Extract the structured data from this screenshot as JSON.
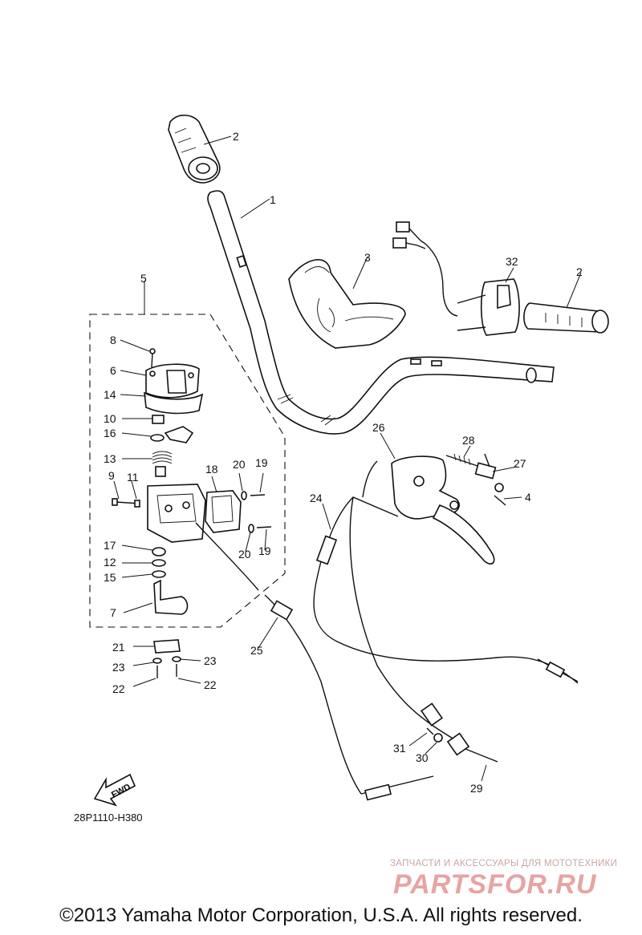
{
  "diagram": {
    "part_numbers": [
      "1",
      "2",
      "2",
      "3",
      "4",
      "5",
      "6",
      "7",
      "8",
      "9",
      "10",
      "11",
      "12",
      "13",
      "14",
      "15",
      "16",
      "17",
      "18",
      "19",
      "19",
      "20",
      "20",
      "21",
      "22",
      "22",
      "23",
      "23",
      "24",
      "25",
      "26",
      "27",
      "28",
      "29",
      "30",
      "31",
      "32"
    ],
    "direction_arrow": "FWD",
    "drawing_code": "28P1110-H380"
  },
  "watermark": {
    "tagline": "ЗАПЧАСТИ И АКСЕССУАРЫ ДЛЯ МОТОТЕХНИКИ",
    "logo_text": "PARTSFOR.RU",
    "color": "#e8a3a3"
  },
  "footer": {
    "copyright": "©2013 Yamaha Motor Corporation, U.S.A. All rights reserved."
  }
}
